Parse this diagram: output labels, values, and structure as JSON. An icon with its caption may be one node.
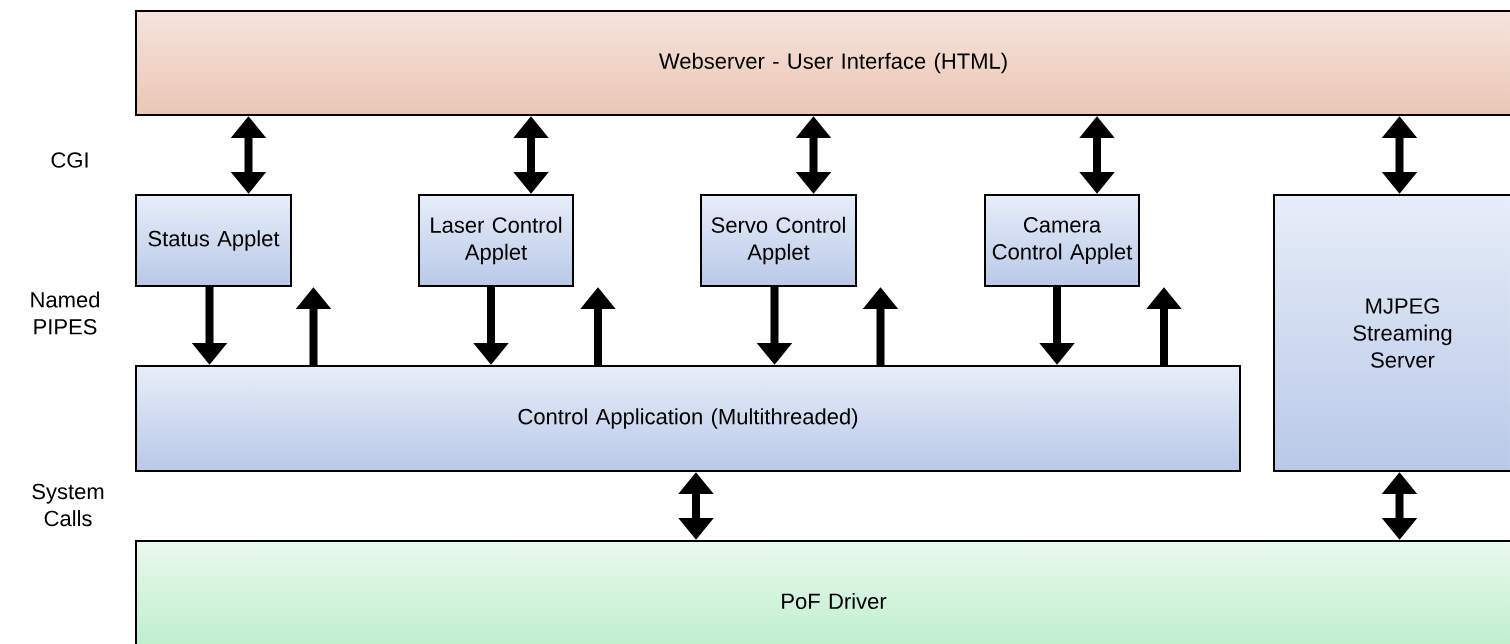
{
  "diagram": {
    "nodes": [
      {
        "text": [
          "Webserver - User Interface (HTML)"
        ]
      },
      {
        "text": [
          "Status Applet"
        ]
      },
      {
        "text": [
          "Laser Control Applet"
        ]
      },
      {
        "text": [
          "Servo Control Applet"
        ]
      },
      {
        "text": [
          "Camera Control Applet"
        ]
      },
      {
        "text": [
          "MJPEG Streaming Server"
        ]
      },
      {
        "text": [
          "Control Application (Multithreaded)"
        ]
      },
      {
        "text": [
          "PoF Driver"
        ]
      }
    ],
    "edges": [
      {
        "from": 0,
        "to": 1,
        "arrow": "both"
      },
      {
        "from": 0,
        "to": 2,
        "arrow": "both"
      },
      {
        "from": 0,
        "to": 3,
        "arrow": "both"
      },
      {
        "from": 0,
        "to": 4,
        "arrow": "both"
      },
      {
        "from": 0,
        "to": 5,
        "arrow": "both"
      },
      {
        "from": 1,
        "to": 6,
        "arrow": "to"
      },
      {
        "from": 6,
        "to": 1,
        "arrow": "to"
      },
      {
        "from": 2,
        "to": 6,
        "arrow": "to"
      },
      {
        "from": 6,
        "to": 2,
        "arrow": "to"
      },
      {
        "from": 3,
        "to": 6,
        "arrow": "to"
      },
      {
        "from": 6,
        "to": 3,
        "arrow": "to"
      },
      {
        "from": 4,
        "to": 6,
        "arrow": "to"
      },
      {
        "from": 6,
        "to": 4,
        "arrow": "to"
      },
      {
        "from": 6,
        "to": 7,
        "arrow": "both"
      },
      {
        "from": 5,
        "to": 7,
        "arrow": "both"
      }
    ],
    "labels": [
      "CGI",
      "Named PIPES",
      "System Calls"
    ]
  }
}
